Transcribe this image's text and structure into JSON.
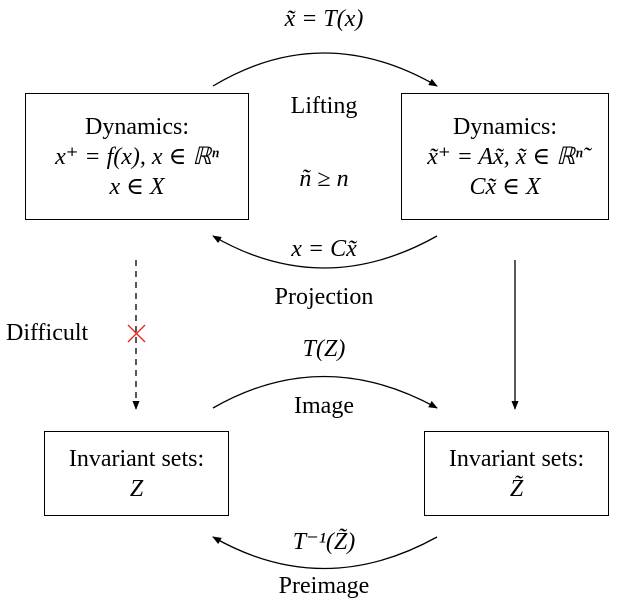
{
  "top_left_box": {
    "title": "Dynamics:",
    "line1": "x⁺ = f(x), x ∈ ℝⁿ",
    "line2": "x ∈ X"
  },
  "top_right_box": {
    "title": "Dynamics:",
    "line1": "x̃⁺ = Ax̃, x̃ ∈ ℝⁿ̃",
    "line2": "Cx̃ ∈ X"
  },
  "bottom_left_box": {
    "title": "Invariant sets:",
    "line1": "Z"
  },
  "bottom_right_box": {
    "title": "Invariant sets:",
    "line1": "Z̃"
  },
  "labels": {
    "lift_formula": "x̃ = T(x)",
    "lifting": "Lifting",
    "dimension": "ñ ≥ n",
    "project_formula": "x = Cx̃",
    "projection": "Projection",
    "difficult": "Difficult",
    "image_formula": "T(Z)",
    "image": "Image",
    "preimage_formula": "T⁻¹(Z̃)",
    "preimage": "Preimage"
  },
  "colors": {
    "cross": "#e8261c",
    "stroke": "#000000"
  }
}
